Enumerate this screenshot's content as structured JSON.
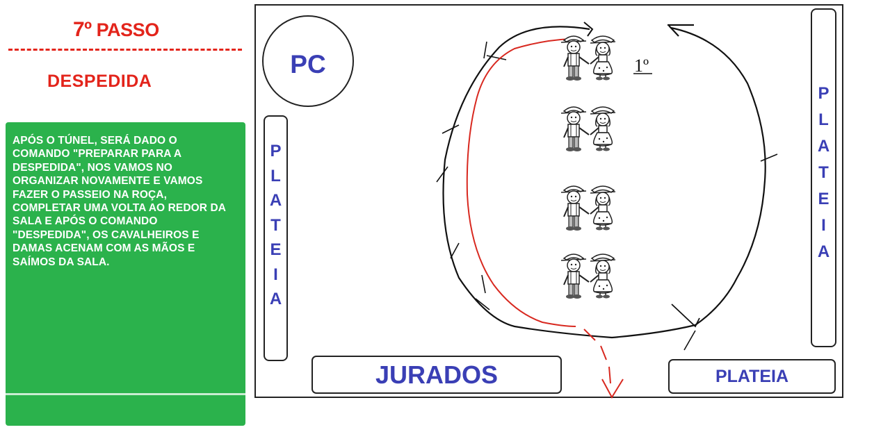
{
  "step": {
    "number": "7º",
    "label": "PASSO"
  },
  "section_title": "DESPEDIDA",
  "instruction": "APÓS O TÚNEL, SERÁ DADO O COMANDO \"PREPARAR PARA A DESPEDIDA\",  NOS VAMOS NO ORGANIZAR NOVAMENTE E VAMOS FAZER O PASSEIO NA ROÇA, COMPLETAR UMA VOLTA AO REDOR DA SALA E APÓS O COMANDO \"DESPEDIDA\", OS CAVALHEIROS E DAMAS ACENAM COM AS MÃOS E SAÍMOS DA SALA.",
  "field": {
    "pc_label": "PC",
    "left_audience": [
      "P",
      "L",
      "A",
      "T",
      "E",
      "I",
      "A"
    ],
    "right_audience": [
      "P",
      "L",
      "A",
      "T",
      "E",
      "I",
      "A"
    ],
    "judges_label": "JURADOS",
    "bottom_audience": "PLATEIA",
    "first_pair_mark": "1º"
  },
  "colors": {
    "title_red": "#e3241b",
    "box_green": "#2bb24c",
    "label_blue": "#3a3fb5",
    "exit_path_red": "#d8281f"
  },
  "icons": [
    "couple-dancers-icon",
    "exit-arrow-icon"
  ]
}
